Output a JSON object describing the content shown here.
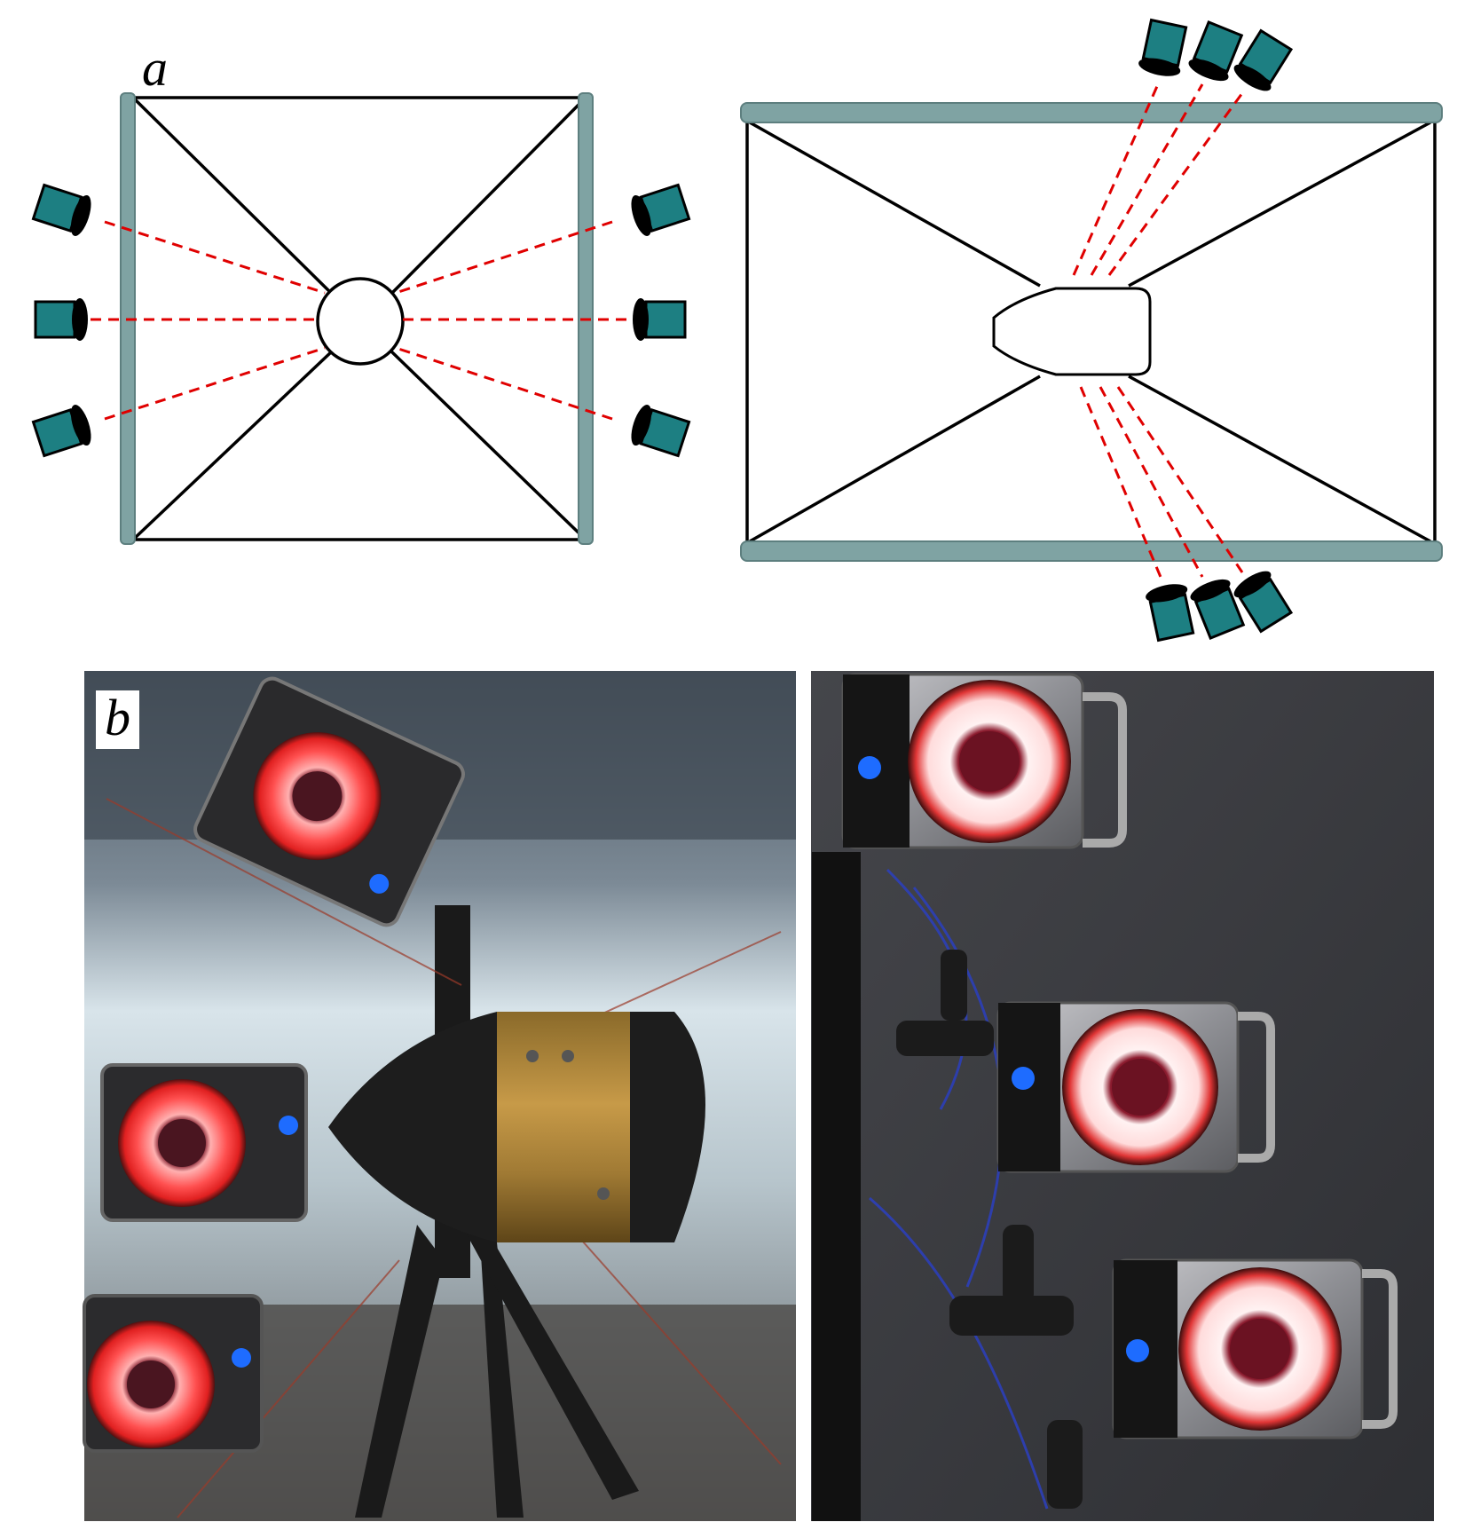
{
  "panel_labels": {
    "a": "a",
    "b": "b"
  },
  "colors": {
    "frame_bar": "#7fa3a3",
    "camera_body": "#1d7f82",
    "lens": "#000000",
    "sight_line": "#e00000",
    "strut": "#000000"
  },
  "diagram_a_left": {
    "model": "circle-cross-section",
    "camera_count": 6
  },
  "diagram_a_right": {
    "model": "bullet-shaped-body",
    "camera_count": 6
  },
  "photos": [
    {
      "name": "photo-left",
      "description_icon": "camera-rig-photo"
    },
    {
      "name": "photo-right",
      "description_icon": "camera-rig-photo"
    }
  ]
}
